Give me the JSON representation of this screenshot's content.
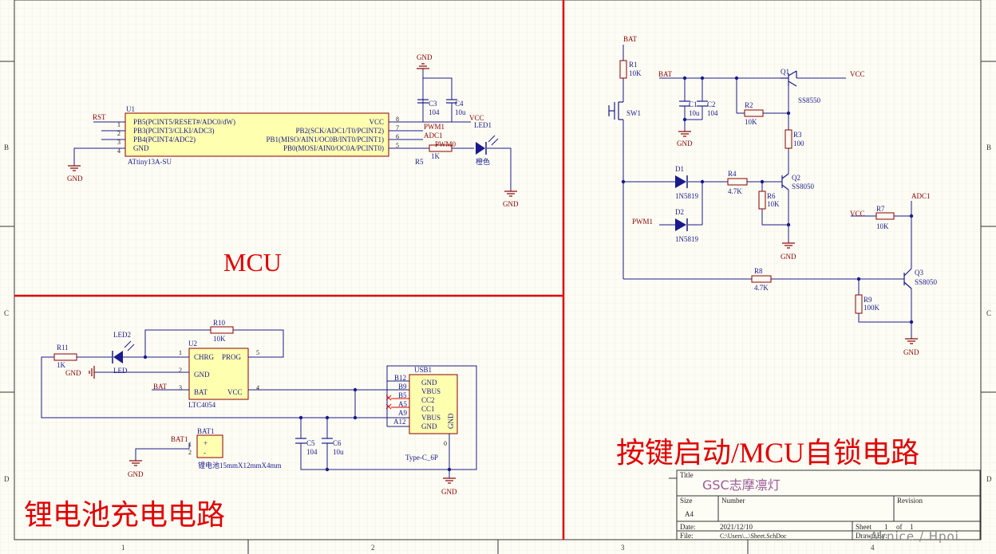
{
  "sections": {
    "mcu": "MCU",
    "charging": "锂电池充电电路",
    "latch": "按键启动/MCU自锁电路"
  },
  "border": {
    "cols": [
      "1",
      "2",
      "3",
      "4"
    ],
    "rows": [
      "B",
      "C",
      "D"
    ]
  },
  "mcu": {
    "ref": "U1",
    "part": "ATtiny13A-SU",
    "left_pins": [
      {
        "num": "1",
        "name": "PB5(PCINT5/RESET#/ADC0/dW)"
      },
      {
        "num": "2",
        "name": "PB3(PCINT3/CLKI/ADC3)"
      },
      {
        "num": "3",
        "name": "PB4(PCINT4/ADC2)"
      },
      {
        "num": "4",
        "name": "GND"
      }
    ],
    "right_pins": [
      {
        "num": "8",
        "name": "VCC"
      },
      {
        "num": "7",
        "name": "PB2(SCK/ADC1/T0/PCINT2)"
      },
      {
        "num": "6",
        "name": "PB1(MISO/AIN1/OC0B/INT0/PCINT1)"
      },
      {
        "num": "5",
        "name": "PB0(MOSI/AIN0/OC0A/PCINT0)"
      }
    ],
    "nets": {
      "rst": "RST",
      "vcc": "VCC",
      "pwm1": "PWM1",
      "adc1": "ADC1",
      "pwm0": "PWM0",
      "gnd": "GND"
    },
    "c3": {
      "ref": "C3",
      "val": "104"
    },
    "c4": {
      "ref": "C4",
      "val": "10u"
    },
    "r5": {
      "ref": "R5",
      "val": "1K"
    },
    "led1": {
      "ref": "LED1",
      "val": "橙色"
    }
  },
  "charger": {
    "ref": "U2",
    "part": "LTC4054",
    "pins": {
      "chrg": "CHRG",
      "prog": "PROG",
      "gnd": "GND",
      "bat": "BAT",
      "vcc": "VCC"
    },
    "pin_nums": {
      "chrg": "1",
      "prog": "5",
      "gnd": "2",
      "bat": "3",
      "vcc": "4"
    },
    "r10": {
      "ref": "R10",
      "val": "10K"
    },
    "r11": {
      "ref": "R11",
      "val": "1K"
    },
    "led2": {
      "ref": "LED2",
      "val": "LED"
    },
    "net_gnd": "GND",
    "net_bat": "BAT",
    "c5": {
      "ref": "C5",
      "val": "104"
    },
    "c6": {
      "ref": "C6",
      "val": "10u"
    },
    "bat1": {
      "ref": "BAT1",
      "desc": "锂电池15mmX12mmX4mm",
      "pin1": "1",
      "pin2": "2",
      "plus": "+",
      "minus": "-"
    },
    "usb": {
      "ref": "USB1",
      "part": "Type-C_6P",
      "left": [
        "B12",
        "B9",
        "B5",
        "A5",
        "A9",
        "A12"
      ],
      "inner": [
        "GND",
        "VBUS",
        "CC2",
        "CC1",
        "VBUS",
        "GND"
      ],
      "side": "GND",
      "zero": "0"
    }
  },
  "latch": {
    "bat": "BAT",
    "r1": {
      "ref": "R1",
      "val": "10K"
    },
    "sw1": "SW1",
    "c1": {
      "ref": "C1",
      "val": "10u"
    },
    "c2": {
      "ref": "C2",
      "val": "104"
    },
    "gnd": "GND",
    "r2": {
      "ref": "R2",
      "val": "10K"
    },
    "q1": {
      "ref": "Q1",
      "val": "SS8550"
    },
    "vcc": "VCC",
    "r3": {
      "ref": "R3",
      "val": "100"
    },
    "d1": {
      "ref": "D1",
      "val": "1N5819"
    },
    "d2": {
      "ref": "D2",
      "val": "1N5819"
    },
    "r4": {
      "ref": "R4",
      "val": "4.7K"
    },
    "q2": {
      "ref": "Q2",
      "val": "SS8050"
    },
    "r6": {
      "ref": "R6",
      "val": "10K"
    },
    "pwm1": "PWM1",
    "adc1": "ADC1",
    "r7": {
      "ref": "R7",
      "val": "10K"
    },
    "r8": {
      "ref": "R8",
      "val": "4.7K"
    },
    "q3": {
      "ref": "Q3",
      "val": "SS8050"
    },
    "r9": {
      "ref": "R9",
      "val": "100K"
    }
  },
  "title_block": {
    "title_label": "Title",
    "title": "GSC志摩凛灯",
    "size_label": "Size",
    "size": "A4",
    "number_label": "Number",
    "revision_label": "Revision",
    "date_label": "Date:",
    "date": "2021/12/10",
    "file_label": "File:",
    "file": "C:\\Users\\...\\Sheet.SchDoc",
    "sheet_label": "Sheet",
    "sheet_num": "1",
    "of_label": "of",
    "sheet_total": "1",
    "drawn_label": "Drawn By:",
    "watermark": "Aknice / Hpoi"
  },
  "colors": {
    "wire": "#1a1a8c",
    "net": "#8b0000",
    "divider": "#e00000",
    "part_fill": "#ffffb0",
    "part_stroke": "#8b0000"
  }
}
